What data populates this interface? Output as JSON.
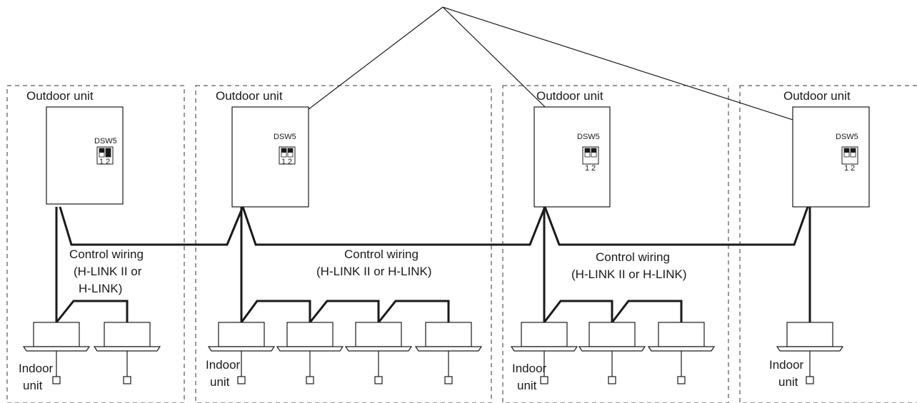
{
  "outdoor_units": [
    {
      "label": "Outdoor unit",
      "switch_label": "DSW5",
      "switch_numbers": [
        "1",
        "2"
      ]
    },
    {
      "label": "Outdoor unit",
      "switch_label": "DSW5",
      "switch_numbers": [
        "1",
        "2"
      ]
    },
    {
      "label": "Outdoor unit",
      "switch_label": "DSW5",
      "switch_numbers": [
        "1",
        "2"
      ]
    },
    {
      "label": "Outdoor unit",
      "switch_label": "DSW5",
      "switch_numbers": [
        "1",
        "2"
      ]
    }
  ],
  "wiring_labels": [
    {
      "line1": "Control wiring",
      "line2": "(H-LINK II or",
      "line3": "H-LINK)"
    },
    {
      "line1": "Control wiring",
      "line2": "(H-LINK II or H-LINK)"
    },
    {
      "line1": "Control wiring",
      "line2": "(H-LINK II or H-LINK)"
    }
  ],
  "indoor_labels": [
    {
      "line1": "Indoor",
      "line2": "unit"
    },
    {
      "line1": "Indoor",
      "line2": "unit"
    },
    {
      "line1": "Indoor",
      "line2": "unit"
    },
    {
      "line1": "Indoor",
      "line2": "unit"
    }
  ]
}
